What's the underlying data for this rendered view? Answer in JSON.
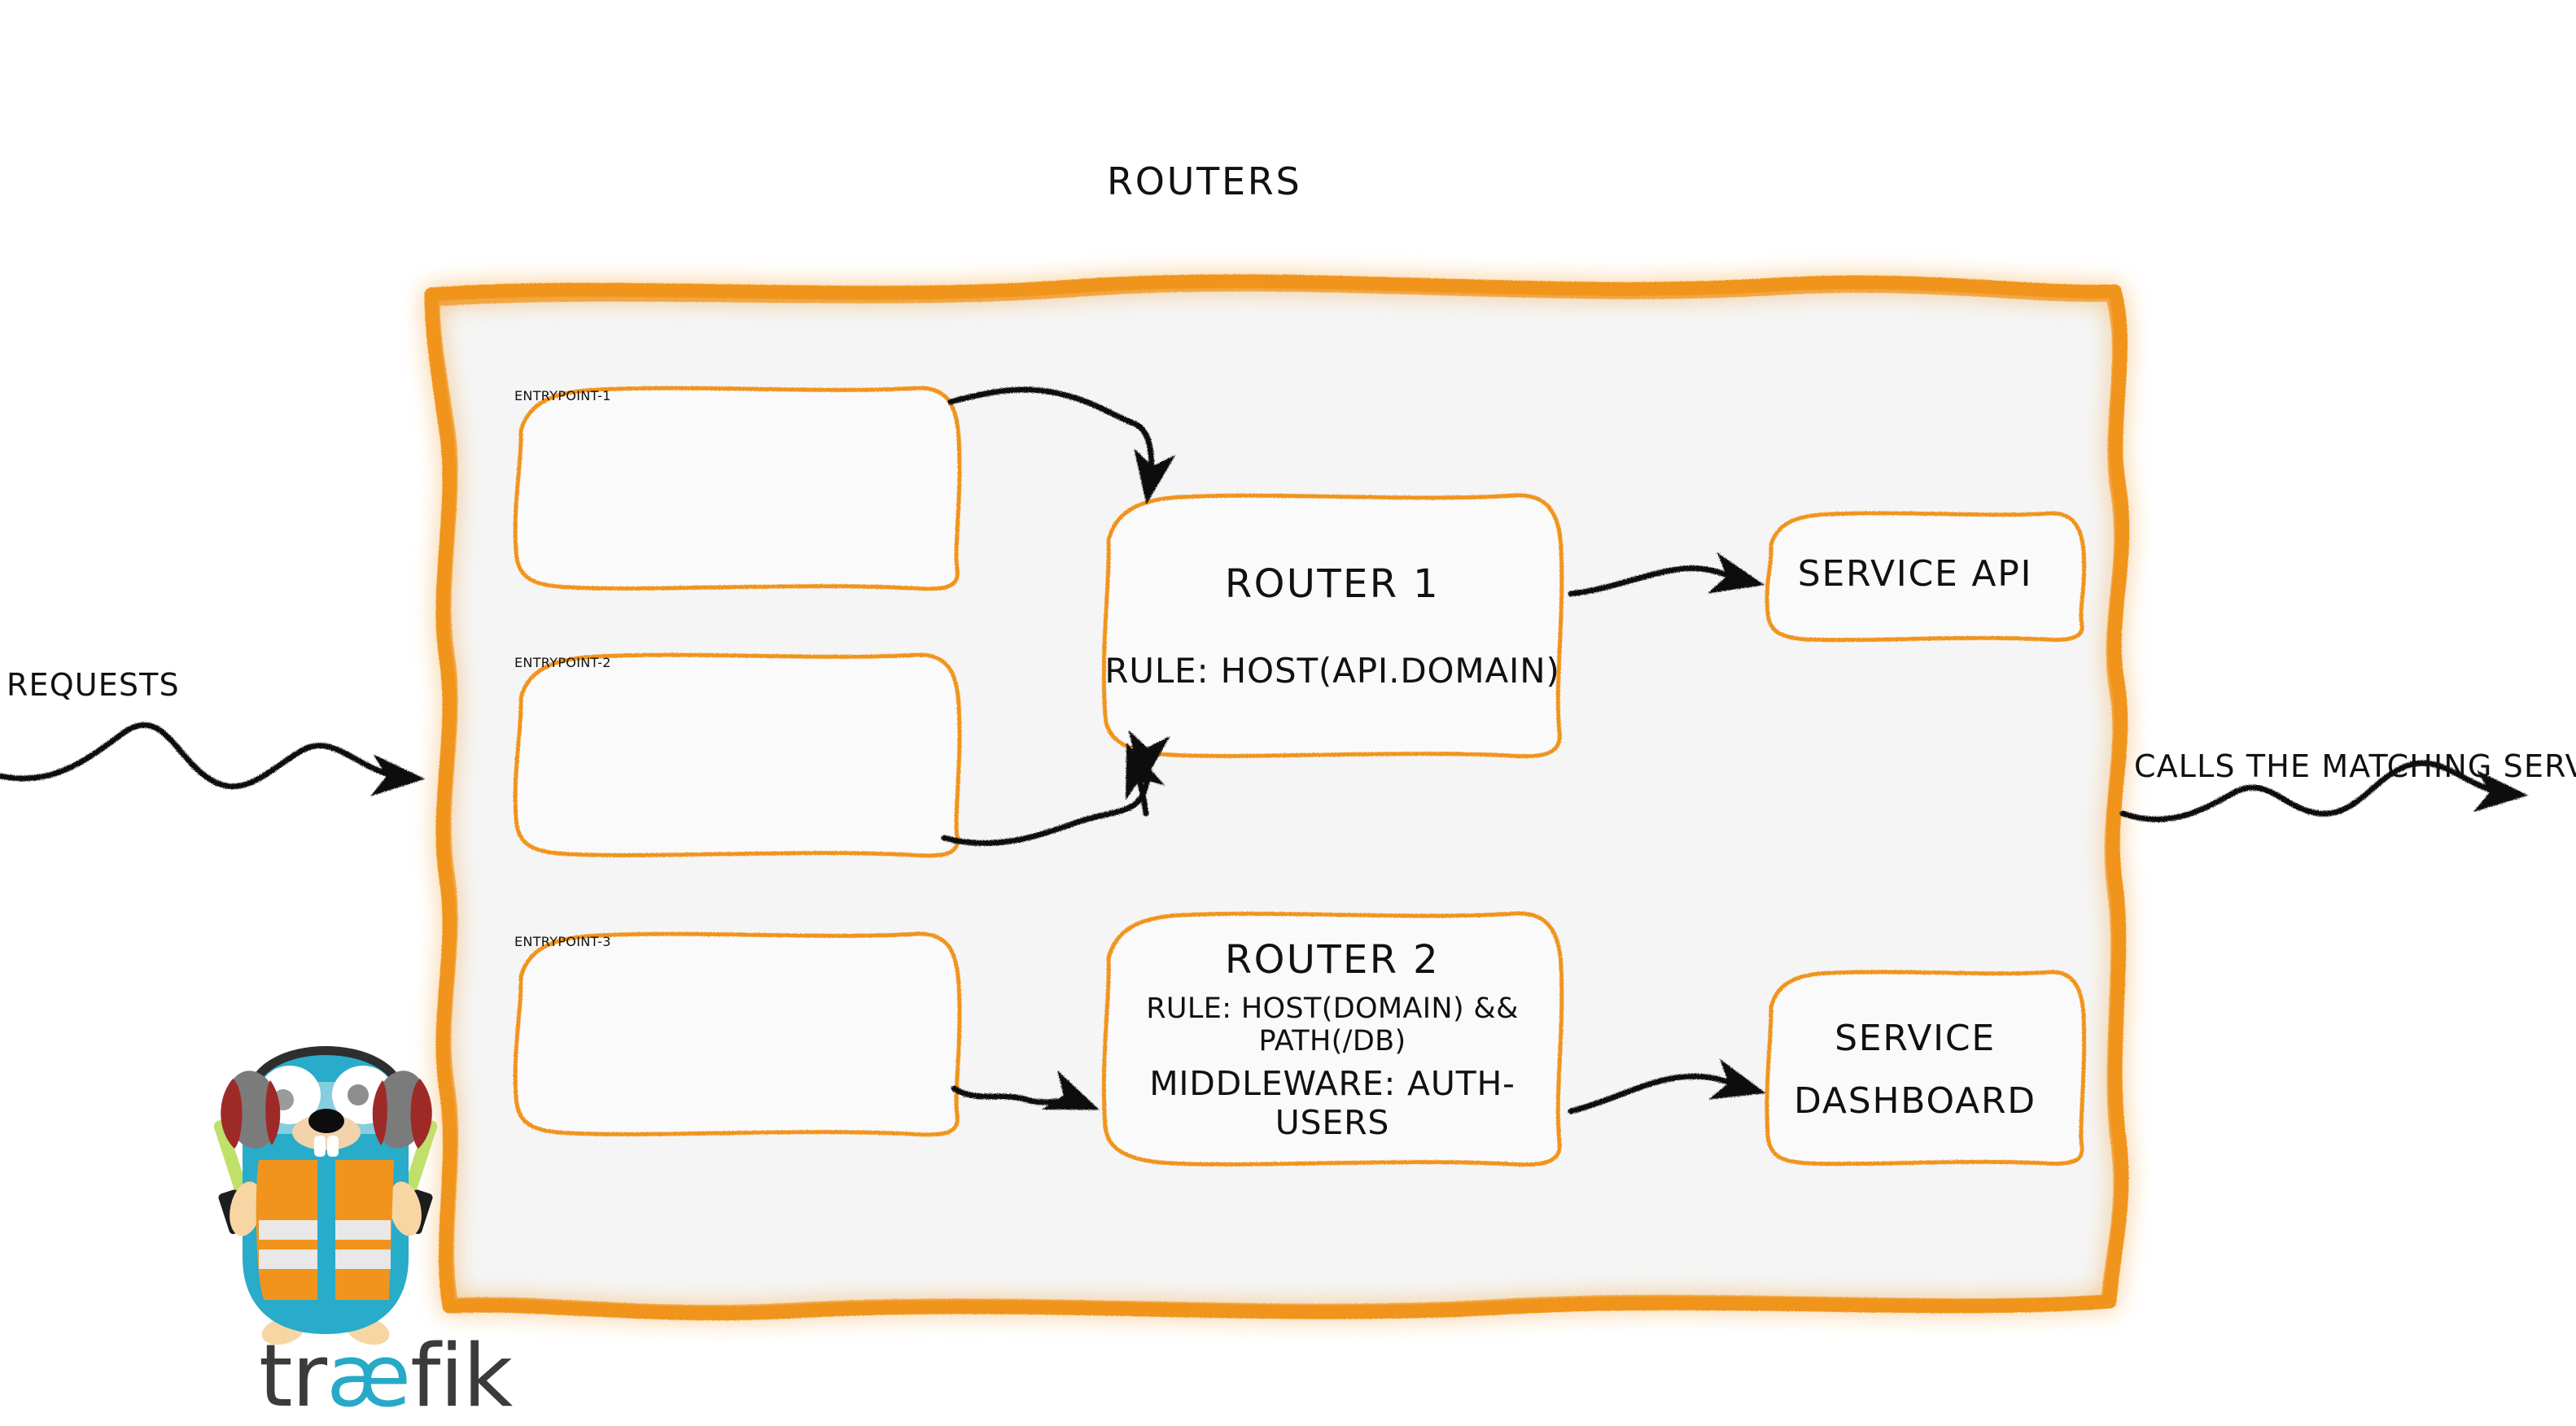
{
  "diagram": {
    "title": "Routers",
    "type": "traefik-routing-architecture",
    "background_color": "#ffffff",
    "panel_fill": "#f5f5f5",
    "accent_color": "#f0941e",
    "stroke_color": "#111111"
  },
  "panel": {
    "name": "routers-panel",
    "border_style": "hand-drawn orange wavy outline"
  },
  "entrypoints": [
    {
      "id": "entrypoint-1",
      "label": "entrypoint-1"
    },
    {
      "id": "entrypoint-2",
      "label": "entrypoint-2"
    },
    {
      "id": "entrypoint-3",
      "label": "entrypoint-3"
    }
  ],
  "routers": [
    {
      "id": "router-1",
      "title": "Router 1",
      "rule": "rule: Host(api.domain)",
      "middleware": null
    },
    {
      "id": "router-2",
      "title": "Router 2",
      "rule": "rule: Host(domain) && Path(/db)",
      "middleware": "Middleware: auth-users"
    }
  ],
  "services": [
    {
      "id": "service-api",
      "label": "Service API",
      "lines": [
        "Service API"
      ]
    },
    {
      "id": "service-dashboard",
      "label": "Service Dashboard",
      "lines": [
        "Service",
        "Dashboard"
      ]
    }
  ],
  "side_labels": {
    "ingress": "Requests",
    "egress": "Calls the matching server"
  },
  "connections": [
    {
      "from": "entrypoint-1",
      "to": "router-1",
      "style": "sketchy-curve-arrow"
    },
    {
      "from": "entrypoint-2",
      "to": "router-1",
      "style": "sketchy-curve-arrow"
    },
    {
      "from": "entrypoint-3",
      "to": "router-2",
      "style": "sketchy-straight-arrow"
    },
    {
      "from": "router-1",
      "to": "service-api",
      "style": "sketchy-curve-arrow"
    },
    {
      "from": "router-2",
      "to": "service-dashboard",
      "style": "sketchy-curve-arrow"
    },
    {
      "from": "requests",
      "to": "panel",
      "style": "sketchy-wave-arrow"
    },
    {
      "from": "panel",
      "to": "matching-server",
      "style": "sketchy-wave-arrow"
    }
  ],
  "logo": {
    "name": "traefik",
    "wordmark_prefix": "tr",
    "wordmark_ligature": "æ",
    "wordmark_suffix": "fik",
    "mascot": "gopher-with-headphones-and-safety-vest",
    "body_color": "#29abca",
    "vest_color": "#f0941e",
    "wordmark_color": "#3b3b3b",
    "ligature_color": "#27a9c8"
  }
}
